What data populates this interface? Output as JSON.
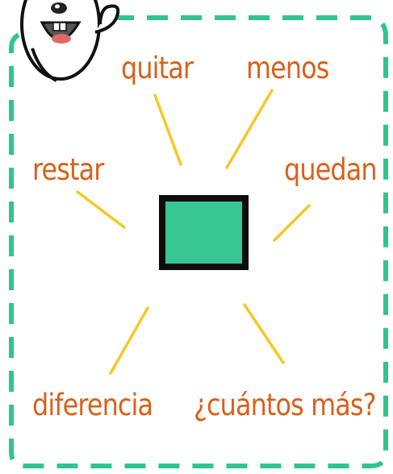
{
  "center": {
    "fill": "#36c795",
    "border": "#0d0d0d"
  },
  "colors": {
    "word": "#d9601a",
    "ray": "#f7c823",
    "dash": "#2fc58e"
  },
  "words": {
    "quitar": "quitar",
    "menos": "menos",
    "restar": "restar",
    "quedan": "quedan",
    "diferencia": "diferencia",
    "cuantos_mas": "¿cuántos más?"
  },
  "mascot": {
    "icon": "bunny-mascot-icon"
  }
}
